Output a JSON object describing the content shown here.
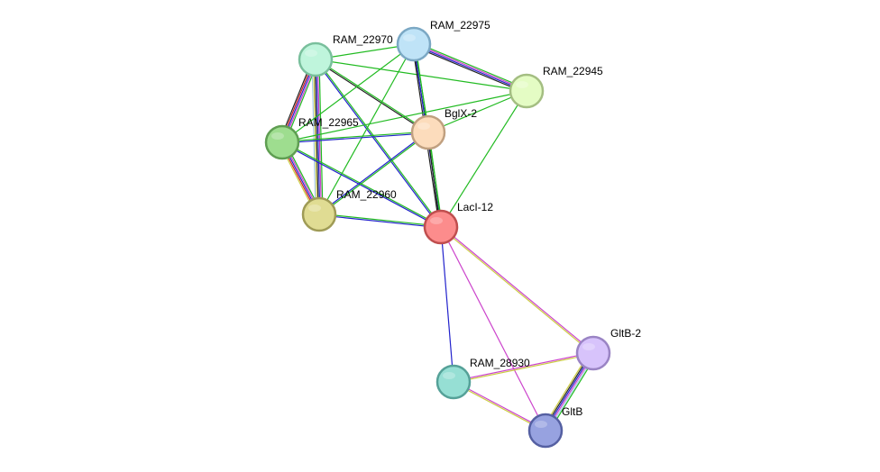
{
  "network": {
    "nodes": [
      {
        "id": "RAM_22975",
        "label": "RAM_22975",
        "fill": "#bfe3f7",
        "stroke": "#7ba8c4"
      },
      {
        "id": "RAM_22970",
        "label": "RAM_22970",
        "fill": "#bff5dc",
        "stroke": "#79bf9c"
      },
      {
        "id": "RAM_22945",
        "label": "RAM_22945",
        "fill": "#e4fcc4",
        "stroke": "#a4be82"
      },
      {
        "id": "RAM_22965",
        "label": "RAM_22965",
        "fill": "#9edd8f",
        "stroke": "#5f9e52"
      },
      {
        "id": "BglX-2",
        "label": "BglX-2",
        "fill": "#fcdcbc",
        "stroke": "#c0a080"
      },
      {
        "id": "RAM_22960",
        "label": "RAM_22960",
        "fill": "#e0dc93",
        "stroke": "#9f9b56"
      },
      {
        "id": "LacI-12",
        "label": "LacI-12",
        "fill": "#fc8c8c",
        "stroke": "#c04e4e"
      },
      {
        "id": "GltB-2",
        "label": "GltB-2",
        "fill": "#d7c3fb",
        "stroke": "#9a84c4"
      },
      {
        "id": "RAM_28930",
        "label": "RAM_28930",
        "fill": "#96dfd4",
        "stroke": "#55a198"
      },
      {
        "id": "GltB",
        "label": "GltB",
        "fill": "#97a2e0",
        "stroke": "#5560a2"
      }
    ],
    "edges": [
      {
        "a": "RAM_22970",
        "b": "RAM_22965",
        "colors": [
          "#22bb22",
          "#cc44cc",
          "#2222cc",
          "#cc2222",
          "#222222"
        ]
      },
      {
        "a": "RAM_22970",
        "b": "RAM_22960",
        "colors": [
          "#22bb22",
          "#cc44cc",
          "#2222cc",
          "#222222",
          "#cccc44",
          "#aaccee"
        ]
      },
      {
        "a": "RAM_22965",
        "b": "RAM_22960",
        "colors": [
          "#22bb22",
          "#cc44cc",
          "#2222cc",
          "#cc2222",
          "#cccc44"
        ]
      },
      {
        "a": "RAM_22970",
        "b": "RAM_22975",
        "colors": [
          "#22bb22"
        ]
      },
      {
        "a": "RAM_22970",
        "b": "RAM_22945",
        "colors": [
          "#22bb22"
        ]
      },
      {
        "a": "RAM_22970",
        "b": "BglX-2",
        "colors": [
          "#22bb22",
          "#222222"
        ]
      },
      {
        "a": "RAM_22970",
        "b": "LacI-12",
        "colors": [
          "#22bb22",
          "#2222cc"
        ]
      },
      {
        "a": "RAM_22975",
        "b": "RAM_22945",
        "colors": [
          "#22bb22",
          "#cc44cc",
          "#2222cc",
          "#222222"
        ]
      },
      {
        "a": "RAM_22975",
        "b": "BglX-2",
        "colors": [
          "#22bb22",
          "#222222"
        ]
      },
      {
        "a": "RAM_22975",
        "b": "LacI-12",
        "colors": [
          "#22bb22",
          "#2222cc",
          "#222222"
        ]
      },
      {
        "a": "RAM_22975",
        "b": "RAM_22965",
        "colors": [
          "#22bb22"
        ]
      },
      {
        "a": "RAM_22975",
        "b": "RAM_22960",
        "colors": [
          "#22bb22"
        ]
      },
      {
        "a": "RAM_22945",
        "b": "RAM_22965",
        "colors": [
          "#22bb22"
        ]
      },
      {
        "a": "RAM_22945",
        "b": "BglX-2",
        "colors": [
          "#22bb22"
        ]
      },
      {
        "a": "RAM_22945",
        "b": "LacI-12",
        "colors": [
          "#22bb22"
        ]
      },
      {
        "a": "RAM_22965",
        "b": "BglX-2",
        "colors": [
          "#22bb22",
          "#2222cc"
        ]
      },
      {
        "a": "RAM_22965",
        "b": "LacI-12",
        "colors": [
          "#22bb22",
          "#2222cc"
        ]
      },
      {
        "a": "BglX-2",
        "b": "RAM_22960",
        "colors": [
          "#22bb22",
          "#2222cc"
        ]
      },
      {
        "a": "BglX-2",
        "b": "LacI-12",
        "colors": [
          "#22bb22",
          "#222222"
        ]
      },
      {
        "a": "RAM_22960",
        "b": "LacI-12",
        "colors": [
          "#22bb22",
          "#2222cc"
        ]
      },
      {
        "a": "LacI-12",
        "b": "RAM_28930",
        "colors": [
          "#2222cc"
        ]
      },
      {
        "a": "LacI-12",
        "b": "GltB-2",
        "colors": [
          "#cc44cc",
          "#cccc44"
        ]
      },
      {
        "a": "LacI-12",
        "b": "GltB",
        "colors": [
          "#cc44cc"
        ]
      },
      {
        "a": "RAM_28930",
        "b": "GltB-2",
        "colors": [
          "#cc44cc",
          "#cccc44"
        ]
      },
      {
        "a": "RAM_28930",
        "b": "GltB",
        "colors": [
          "#cc44cc",
          "#cccc44"
        ]
      },
      {
        "a": "GltB-2",
        "b": "GltB",
        "colors": [
          "#22bb22",
          "#aaccee",
          "#cc44cc",
          "#2222cc",
          "#222222",
          "#cccc44"
        ]
      }
    ]
  }
}
